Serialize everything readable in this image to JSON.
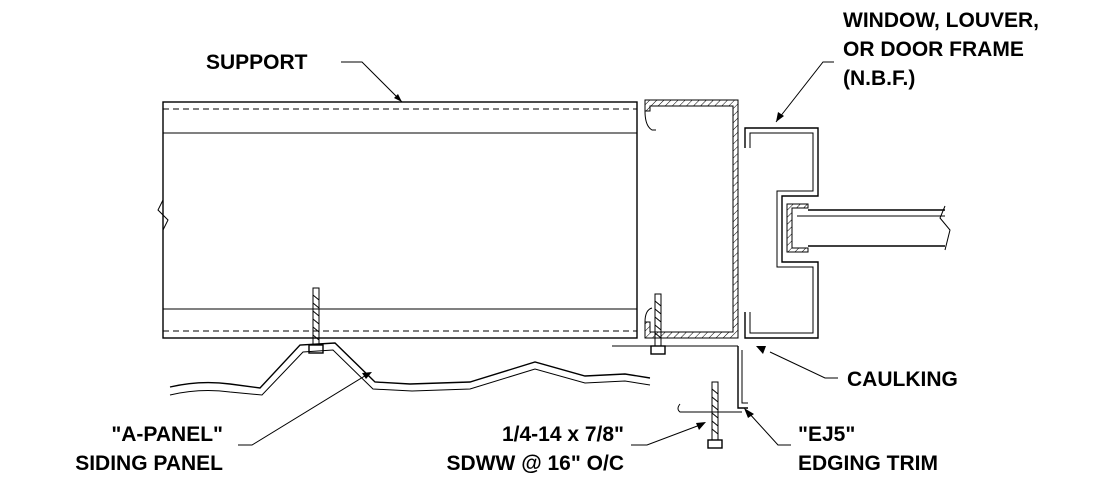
{
  "labels": {
    "support": "SUPPORT",
    "frame_line1": "WINDOW, LOUVER,",
    "frame_line2": "OR DOOR FRAME",
    "frame_line3": "(N.B.F.)",
    "caulking": "CAULKING",
    "panel_line1": "\"A-PANEL\"",
    "panel_line2": "SIDING PANEL",
    "screw_line1": "1/4-14 x 7/8\"",
    "screw_line2": "SDWW @ 16\" O/C",
    "trim_line1": "\"EJ5\"",
    "trim_line2": "EDGING TRIM"
  }
}
